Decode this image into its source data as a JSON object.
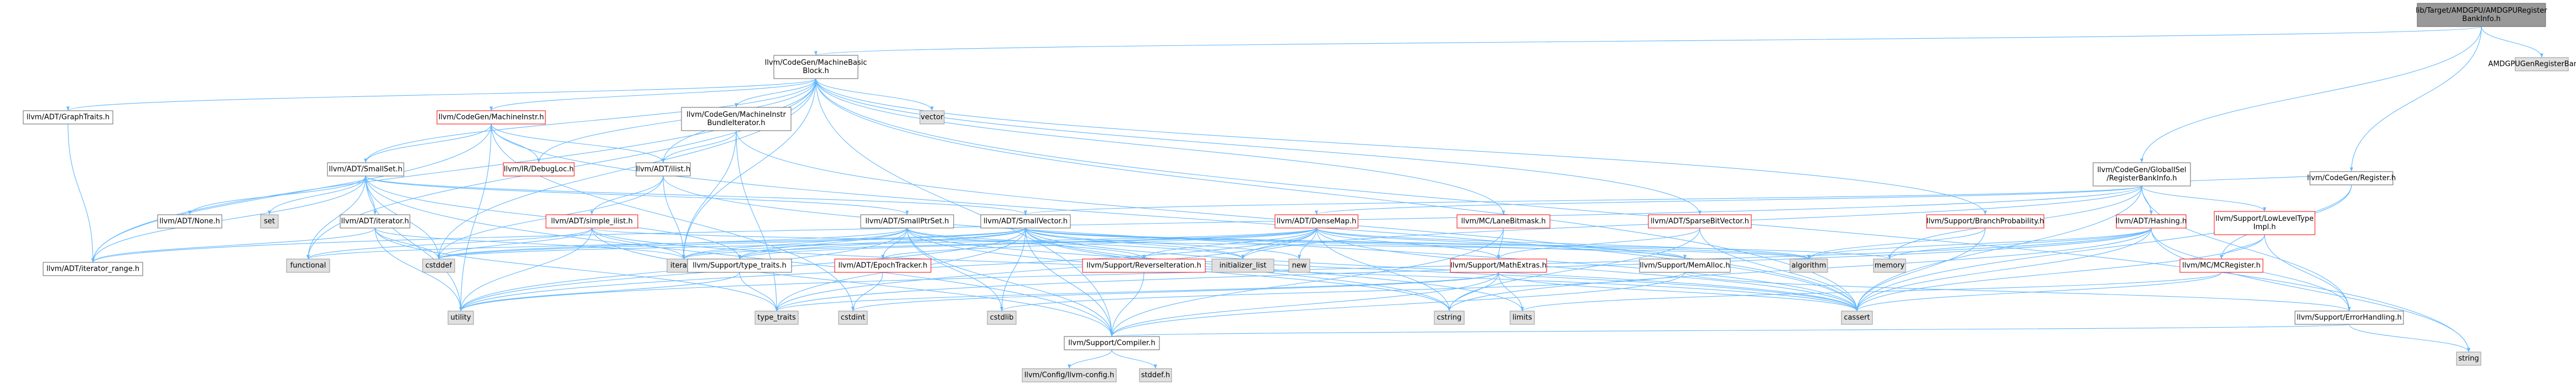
{
  "graph": {
    "root": "lib/Target/AMDGPU/AMDGPURegisterBankInfo.h",
    "nodes": [
      {
        "id": "root",
        "label": [
          "lib/Target/AMDGPU/AMDGPURegister",
          "BankInfo.h"
        ],
        "kind": "root"
      },
      {
        "id": "amdgpugen",
        "label": [
          "AMDGPUGenRegisterBank.inc"
        ],
        "kind": "ext"
      },
      {
        "id": "mbb",
        "label": [
          "llvm/CodeGen/MachineBasic",
          "Block.h"
        ],
        "kind": "hdr"
      },
      {
        "id": "globalisel",
        "label": [
          "llvm/CodeGen/GlobalISel",
          "/RegisterBankInfo.h"
        ],
        "kind": "hdr"
      },
      {
        "id": "cgregister",
        "label": [
          "llvm/CodeGen/Register.h"
        ],
        "kind": "hdr"
      },
      {
        "id": "graphtraits",
        "label": [
          "llvm/ADT/GraphTraits.h"
        ],
        "kind": "hdr"
      },
      {
        "id": "minstr",
        "label": [
          "llvm/CodeGen/MachineInstr.h"
        ],
        "kind": "red"
      },
      {
        "id": "mibundle",
        "label": [
          "llvm/CodeGen/MachineInstr",
          "BundleIterator.h"
        ],
        "kind": "hdr"
      },
      {
        "id": "vector",
        "label": [
          "vector"
        ],
        "kind": "ext"
      },
      {
        "id": "smallset",
        "label": [
          "llvm/ADT/SmallSet.h"
        ],
        "kind": "hdr"
      },
      {
        "id": "debugloc",
        "label": [
          "llvm/IR/DebugLoc.h"
        ],
        "kind": "red"
      },
      {
        "id": "ilist",
        "label": [
          "llvm/ADT/ilist.h"
        ],
        "kind": "hdr"
      },
      {
        "id": "none",
        "label": [
          "llvm/ADT/None.h"
        ],
        "kind": "hdr"
      },
      {
        "id": "set",
        "label": [
          "set"
        ],
        "kind": "ext"
      },
      {
        "id": "adtiterator",
        "label": [
          "llvm/ADT/iterator.h"
        ],
        "kind": "hdr"
      },
      {
        "id": "iterrange",
        "label": [
          "llvm/ADT/iterator_range.h"
        ],
        "kind": "hdr"
      },
      {
        "id": "simpleilist",
        "label": [
          "llvm/ADT/simple_ilist.h"
        ],
        "kind": "red"
      },
      {
        "id": "smallptrset",
        "label": [
          "llvm/ADT/SmallPtrSet.h"
        ],
        "kind": "hdr"
      },
      {
        "id": "smallvector",
        "label": [
          "llvm/ADT/SmallVector.h"
        ],
        "kind": "hdr"
      },
      {
        "id": "densemap",
        "label": [
          "llvm/ADT/DenseMap.h"
        ],
        "kind": "red"
      },
      {
        "id": "lanebitmask",
        "label": [
          "llvm/MC/LaneBitmask.h"
        ],
        "kind": "red"
      },
      {
        "id": "sparsebit",
        "label": [
          "llvm/ADT/SparseBitVector.h"
        ],
        "kind": "red"
      },
      {
        "id": "branchprob",
        "label": [
          "llvm/Support/BranchProbability.h"
        ],
        "kind": "red"
      },
      {
        "id": "hashing",
        "label": [
          "llvm/ADT/Hashing.h"
        ],
        "kind": "red"
      },
      {
        "id": "lowlevel",
        "label": [
          "llvm/Support/LowLevelType",
          "Impl.h"
        ],
        "kind": "red"
      },
      {
        "id": "mcregister",
        "label": [
          "llvm/MC/MCRegister.h"
        ],
        "kind": "red"
      },
      {
        "id": "functional",
        "label": [
          "functional"
        ],
        "kind": "ext"
      },
      {
        "id": "cstddef",
        "label": [
          "cstddef"
        ],
        "kind": "ext"
      },
      {
        "id": "iterator",
        "label": [
          "iterator"
        ],
        "kind": "ext"
      },
      {
        "id": "typetraits",
        "label": [
          "llvm/Support/type_traits.h"
        ],
        "kind": "hdr"
      },
      {
        "id": "epoch",
        "label": [
          "llvm/ADT/EpochTracker.h"
        ],
        "kind": "red"
      },
      {
        "id": "revit",
        "label": [
          "llvm/Support/ReverseIteration.h"
        ],
        "kind": "red"
      },
      {
        "id": "initlist",
        "label": [
          "initializer_list"
        ],
        "kind": "ext"
      },
      {
        "id": "new",
        "label": [
          "new"
        ],
        "kind": "ext"
      },
      {
        "id": "mathextras",
        "label": [
          "llvm/Support/MathExtras.h"
        ],
        "kind": "red"
      },
      {
        "id": "memalloc",
        "label": [
          "llvm/Support/MemAlloc.h"
        ],
        "kind": "hdr"
      },
      {
        "id": "algorithm",
        "label": [
          "algorithm"
        ],
        "kind": "ext"
      },
      {
        "id": "memory",
        "label": [
          "memory"
        ],
        "kind": "ext"
      },
      {
        "id": "errorhandling",
        "label": [
          "llvm/Support/ErrorHandling.h"
        ],
        "kind": "hdr"
      },
      {
        "id": "utility",
        "label": [
          "utility"
        ],
        "kind": "ext"
      },
      {
        "id": "type_traits",
        "label": [
          "type_traits"
        ],
        "kind": "ext"
      },
      {
        "id": "cstdint",
        "label": [
          "cstdint"
        ],
        "kind": "ext"
      },
      {
        "id": "cstdlib",
        "label": [
          "cstdlib"
        ],
        "kind": "ext"
      },
      {
        "id": "cstring",
        "label": [
          "cstring"
        ],
        "kind": "ext"
      },
      {
        "id": "limits",
        "label": [
          "limits"
        ],
        "kind": "ext"
      },
      {
        "id": "cassert",
        "label": [
          "cassert"
        ],
        "kind": "ext"
      },
      {
        "id": "string",
        "label": [
          "string"
        ],
        "kind": "ext"
      },
      {
        "id": "compiler",
        "label": [
          "llvm/Support/Compiler.h"
        ],
        "kind": "hdr"
      },
      {
        "id": "llvmconfig",
        "label": [
          "llvm/Config/llvm-config.h"
        ],
        "kind": "ext"
      },
      {
        "id": "stddef",
        "label": [
          "stddef.h"
        ],
        "kind": "ext"
      }
    ],
    "edges": [
      [
        "root",
        "amdgpugen"
      ],
      [
        "root",
        "mbb"
      ],
      [
        "root",
        "globalisel"
      ],
      [
        "root",
        "cgregister"
      ],
      [
        "mbb",
        "graphtraits"
      ],
      [
        "mbb",
        "minstr"
      ],
      [
        "mbb",
        "mibundle"
      ],
      [
        "mbb",
        "vector"
      ],
      [
        "mbb",
        "smallset"
      ],
      [
        "mbb",
        "debugloc"
      ],
      [
        "mbb",
        "ilist"
      ],
      [
        "mbb",
        "iterrange"
      ],
      [
        "mbb",
        "lanebitmask"
      ],
      [
        "mbb",
        "sparsebit"
      ],
      [
        "mbb",
        "branchprob"
      ],
      [
        "mbb",
        "cassert"
      ],
      [
        "mbb",
        "cstddef"
      ],
      [
        "mbb",
        "functional"
      ],
      [
        "mbb",
        "iterator"
      ],
      [
        "mbb",
        "string"
      ],
      [
        "mbb",
        "compiler"
      ],
      [
        "graphtraits",
        "iterrange"
      ],
      [
        "minstr",
        "debugloc"
      ],
      [
        "minstr",
        "ilist"
      ],
      [
        "minstr",
        "smallset"
      ],
      [
        "minstr",
        "iterrange"
      ],
      [
        "minstr",
        "utility"
      ],
      [
        "minstr",
        "cassert"
      ],
      [
        "minstr",
        "cstdint"
      ],
      [
        "mibundle",
        "ilist"
      ],
      [
        "mibundle",
        "cassert"
      ],
      [
        "mibundle",
        "iterator"
      ],
      [
        "mibundle",
        "type_traits"
      ],
      [
        "smallset",
        "none"
      ],
      [
        "smallset",
        "set"
      ],
      [
        "smallset",
        "adtiterator"
      ],
      [
        "smallset",
        "iterrange"
      ],
      [
        "smallset",
        "smallptrset"
      ],
      [
        "smallset",
        "smallvector"
      ],
      [
        "smallset",
        "compiler"
      ],
      [
        "smallset",
        "typetraits"
      ],
      [
        "smallset",
        "cstddef"
      ],
      [
        "smallset",
        "functional"
      ],
      [
        "smallset",
        "utility"
      ],
      [
        "ilist",
        "simpleilist"
      ],
      [
        "ilist",
        "cassert"
      ],
      [
        "ilist",
        "cstddef"
      ],
      [
        "ilist",
        "iterator"
      ],
      [
        "adtiterator",
        "iterrange"
      ],
      [
        "adtiterator",
        "cstddef"
      ],
      [
        "adtiterator",
        "iterator"
      ],
      [
        "adtiterator",
        "type_traits"
      ],
      [
        "adtiterator",
        "utility"
      ],
      [
        "simpleilist",
        "compiler"
      ],
      [
        "simpleilist",
        "algorithm"
      ],
      [
        "simpleilist",
        "cassert"
      ],
      [
        "simpleilist",
        "cstddef"
      ],
      [
        "simpleilist",
        "functional"
      ],
      [
        "simpleilist",
        "iterator"
      ],
      [
        "simpleilist",
        "utility"
      ],
      [
        "smallptrset",
        "epoch"
      ],
      [
        "smallptrset",
        "compiler"
      ],
      [
        "smallptrset",
        "revit"
      ],
      [
        "smallptrset",
        "typetraits"
      ],
      [
        "smallptrset",
        "cassert"
      ],
      [
        "smallptrset",
        "cstddef"
      ],
      [
        "smallptrset",
        "cstdlib"
      ],
      [
        "smallptrset",
        "cstring"
      ],
      [
        "smallptrset",
        "initlist"
      ],
      [
        "smallptrset",
        "iterator"
      ],
      [
        "smallptrset",
        "utility"
      ],
      [
        "smallvector",
        "compiler"
      ],
      [
        "smallvector",
        "memalloc"
      ],
      [
        "smallvector",
        "typetraits"
      ],
      [
        "smallvector",
        "algorithm"
      ],
      [
        "smallvector",
        "cassert"
      ],
      [
        "smallvector",
        "cstddef"
      ],
      [
        "smallvector",
        "cstdlib"
      ],
      [
        "smallvector",
        "cstring"
      ],
      [
        "smallvector",
        "functional"
      ],
      [
        "smallvector",
        "initlist"
      ],
      [
        "smallvector",
        "iterator"
      ],
      [
        "smallvector",
        "limits"
      ],
      [
        "smallvector",
        "memory"
      ],
      [
        "smallvector",
        "new"
      ],
      [
        "smallvector",
        "type_traits"
      ],
      [
        "smallvector",
        "utility"
      ],
      [
        "lanebitmask",
        "compiler"
      ],
      [
        "lanebitmask",
        "mathextras"
      ],
      [
        "sparsebit",
        "mathextras"
      ],
      [
        "sparsebit",
        "cassert"
      ],
      [
        "sparsebit",
        "cstring"
      ],
      [
        "branchprob",
        "algorithm"
      ],
      [
        "branchprob",
        "cassert"
      ],
      [
        "globalisel",
        "densemap"
      ],
      [
        "globalisel",
        "hashing"
      ],
      [
        "globalisel",
        "smallvector"
      ],
      [
        "globalisel",
        "iterrange"
      ],
      [
        "globalisel",
        "cgregister"
      ],
      [
        "globalisel",
        "errorhandling"
      ],
      [
        "globalisel",
        "lowlevel"
      ],
      [
        "globalisel",
        "cassert"
      ],
      [
        "globalisel",
        "initlist"
      ],
      [
        "globalisel",
        "memory"
      ],
      [
        "densemap",
        "epoch"
      ],
      [
        "densemap",
        "memalloc"
      ],
      [
        "densemap",
        "mathextras"
      ],
      [
        "densemap",
        "revit"
      ],
      [
        "densemap",
        "typetraits"
      ],
      [
        "densemap",
        "algorithm"
      ],
      [
        "densemap",
        "cassert"
      ],
      [
        "densemap",
        "cstddef"
      ],
      [
        "densemap",
        "cstring"
      ],
      [
        "densemap",
        "initlist"
      ],
      [
        "densemap",
        "iterator"
      ],
      [
        "densemap",
        "new"
      ],
      [
        "densemap",
        "type_traits"
      ],
      [
        "densemap",
        "utility"
      ],
      [
        "hashing",
        "errorhandling"
      ],
      [
        "hashing",
        "type_traits"
      ],
      [
        "hashing",
        "algorithm"
      ],
      [
        "hashing",
        "cassert"
      ],
      [
        "hashing",
        "cstring"
      ],
      [
        "hashing",
        "string"
      ],
      [
        "hashing",
        "utility"
      ],
      [
        "hashing",
        "memory"
      ],
      [
        "lowlevel",
        "mcregister"
      ],
      [
        "lowlevel",
        "errorhandling"
      ],
      [
        "lowlevel",
        "cassert"
      ],
      [
        "cgregister",
        "mcregister"
      ],
      [
        "cgregister",
        "cassert"
      ],
      [
        "mcregister",
        "cassert"
      ],
      [
        "mcregister",
        "limits"
      ],
      [
        "epoch",
        "cstdint"
      ],
      [
        "typetraits",
        "type_traits"
      ],
      [
        "typetraits",
        "utility"
      ],
      [
        "mathextras",
        "compiler"
      ],
      [
        "mathextras",
        "cassert"
      ],
      [
        "mathextras",
        "cstdint"
      ],
      [
        "mathextras",
        "limits"
      ],
      [
        "mathextras",
        "type_traits"
      ],
      [
        "mathextras",
        "cstring"
      ],
      [
        "memalloc",
        "compiler"
      ],
      [
        "memalloc",
        "errorhandling"
      ],
      [
        "memalloc",
        "cstdlib"
      ],
      [
        "errorhandling",
        "compiler"
      ],
      [
        "errorhandling",
        "string"
      ],
      [
        "revit",
        "compiler"
      ],
      [
        "compiler",
        "llvmconfig"
      ],
      [
        "compiler",
        "stddef"
      ]
    ]
  }
}
